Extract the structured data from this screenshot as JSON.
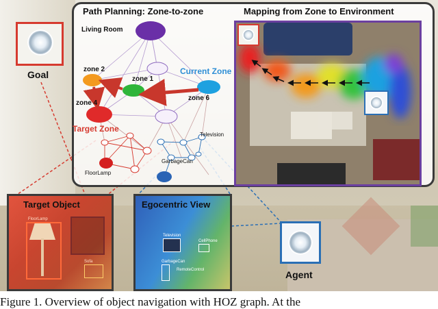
{
  "labels": {
    "goal": "Goal",
    "agent": "Agent",
    "path_planning": "Path Planning: Zone-to-zone",
    "mapping": "Mapping from Zone to Environment",
    "target_object": "Target Object",
    "egocentric_view": "Egocentric View",
    "living_room": "Living Room",
    "zone2": "zone 2",
    "zone1": "zone 1",
    "zone4": "zone 4",
    "zone6": "zone 6",
    "current_zone": "Current Zone",
    "target_zone": "Target Zone",
    "television": "Television",
    "garbage_can": "GarbageCan",
    "floor_lamp": "FloorLamp",
    "small_floorlamp": "FloorLamp",
    "small_sofa": "Sofa",
    "small_tv": "Television",
    "small_garbagecan": "GarbageCan",
    "small_cellphone": "CellPhone",
    "small_remote": "RemoteControl"
  },
  "caption": "Figure 1. Overview of object navigation with HOZ graph. At the",
  "colors": {
    "accent_red": "#d63a2f",
    "current_zone_blue": "#2f8fd6",
    "mapping_purple": "#6b3fa0",
    "agent_blue": "#2a6fb5",
    "living_room_purple": "#6a2fa7",
    "zone2_orange": "#f39a1e",
    "zone1_green": "#2fb53a",
    "zone6_cyan": "#1ea1e0",
    "zone4_red": "#e02a2a"
  }
}
